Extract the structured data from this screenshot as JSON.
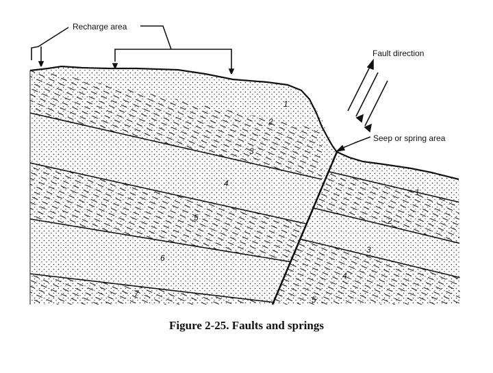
{
  "labels": {
    "recharge": "Recharge area",
    "fault_direction": "Fault direction",
    "seep": "Seep or spring area"
  },
  "layers_left": [
    "1",
    "2",
    "3",
    "4",
    "5",
    "6",
    "7"
  ],
  "layers_right": [
    "1",
    "2",
    "3",
    "4",
    "5"
  ],
  "caption": "Figure 2-25. Faults and springs"
}
